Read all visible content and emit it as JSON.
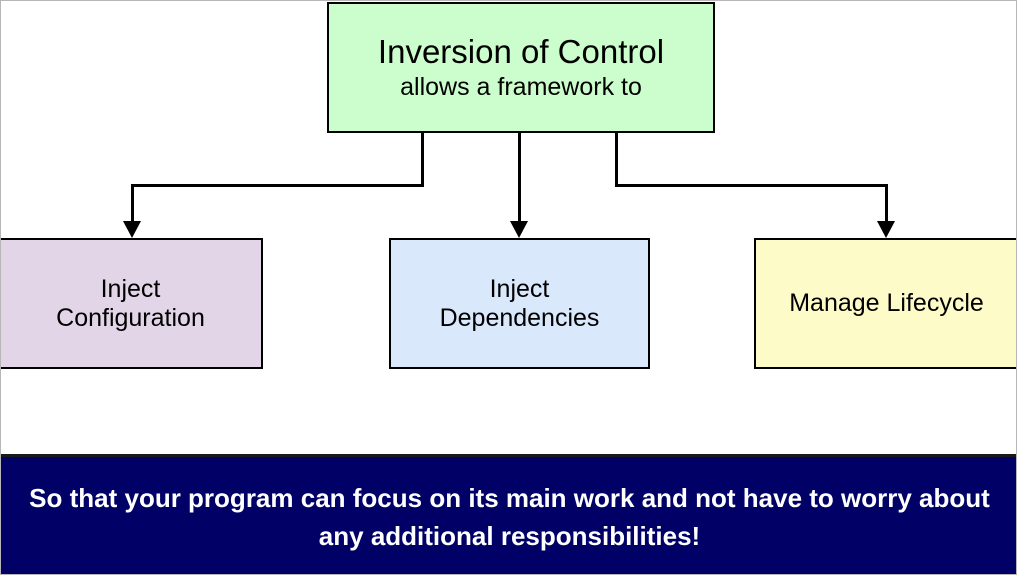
{
  "diagram": {
    "root": {
      "title": "Inversion of Control",
      "subtitle": "allows a framework to",
      "color": "#ccfdcc"
    },
    "branches": [
      {
        "name": "inject-configuration",
        "line1": "Inject",
        "line2": "Configuration",
        "color": "#e1d5e7"
      },
      {
        "name": "inject-dependencies",
        "line1": "Inject",
        "line2": "Dependencies",
        "color": "#dae8fc"
      },
      {
        "name": "manage-lifecycle",
        "line1": "Manage Lifecycle",
        "line2": "",
        "color": "#fdfbc8"
      }
    ],
    "banner": {
      "text": "So that your program can focus on its main work and not have to worry about any additional responsibilities!",
      "background": "#000066",
      "text_color": "#ffffff"
    }
  }
}
